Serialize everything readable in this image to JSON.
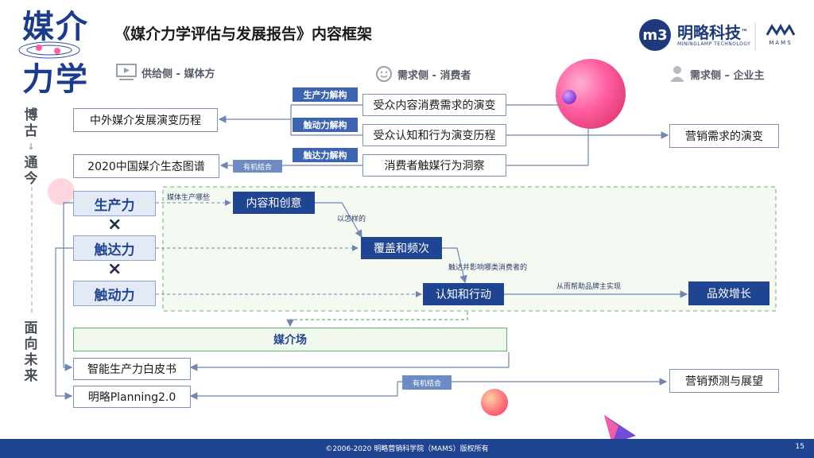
{
  "logo": {
    "line1": "媒介",
    "line2": "力学"
  },
  "title": "《媒介力学评估与发展报告》内容框架",
  "company": {
    "mark": "m3",
    "name": "明略科技",
    "trademark": "™",
    "sub": "MININGLAMP TECHNOLOGY",
    "divider_brand": "MAMS"
  },
  "columns": {
    "supply": {
      "icon": "play-icon",
      "label": "供给侧 - 媒体方"
    },
    "consumer": {
      "icon": "smiley-icon",
      "label": "需求侧 - 消费者"
    },
    "advertiser": {
      "icon": "user-icon",
      "label": "需求侧 – 企业主"
    }
  },
  "side_top": [
    "博",
    "古",
    "↓",
    "通",
    "今"
  ],
  "side_bottom": [
    "面",
    "向",
    "未",
    "来"
  ],
  "left_boxes": {
    "history": "中外媒介发展演变历程",
    "eco2020": "2020中国媒介生态图谱",
    "whitepaper": "智能生产力白皮书",
    "planning": "明略Planning2.0"
  },
  "consumer_boxes": {
    "content_demand": "受众内容消费需求的演变",
    "cognition_behavior": "受众认知和行为演变历程",
    "media_touch": "消费者触媒行为洞察"
  },
  "tags": {
    "productivity_decode": "生产力解构",
    "drive_decode": "触动力解构",
    "reach_decode": "触达力解构",
    "organic1": "有机结合",
    "organic2": "有机结合"
  },
  "right_boxes": {
    "marketing_demand": "营销需求的演变",
    "marketing_forecast": "营销预测与展望"
  },
  "forces": {
    "productivity": "生产力",
    "reach": "触达力",
    "drive": "触动力",
    "times": "×"
  },
  "flow": {
    "content": "内容和创意",
    "coverage": "覆盖和频次",
    "cognition": "认知和行动",
    "effect": "品效增长",
    "lbl_media_prod": "媒体生产哪些",
    "lbl_how": "以怎样的",
    "lbl_reach_influence": "触达并影响哪类消费者的",
    "lbl_help_brand": "从而帮助品牌主实现"
  },
  "media_field": "媒介场",
  "footer": {
    "copyright": "©2006-2020  明略营销科学院（MAMS）版权所有",
    "page": "15"
  },
  "colors": {
    "navy": "#1f4592",
    "tag": "#3c64b0",
    "green_dash": "#5fb370",
    "pink": "#ff5fa2"
  }
}
